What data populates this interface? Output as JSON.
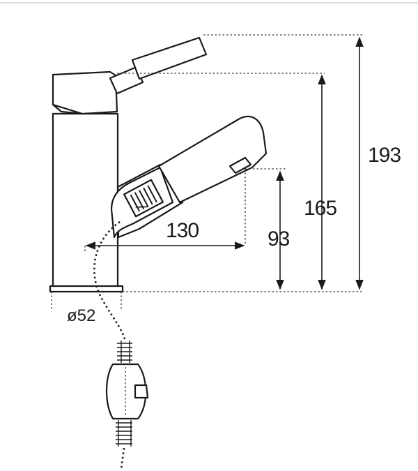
{
  "diagram": {
    "dimensions": {
      "total_height": "193",
      "body_height": "165",
      "spout_height": "93",
      "spout_reach": "130",
      "base_diameter": "ø52"
    },
    "colors": {
      "line": "#1a1a1a",
      "background": "#ffffff"
    }
  }
}
